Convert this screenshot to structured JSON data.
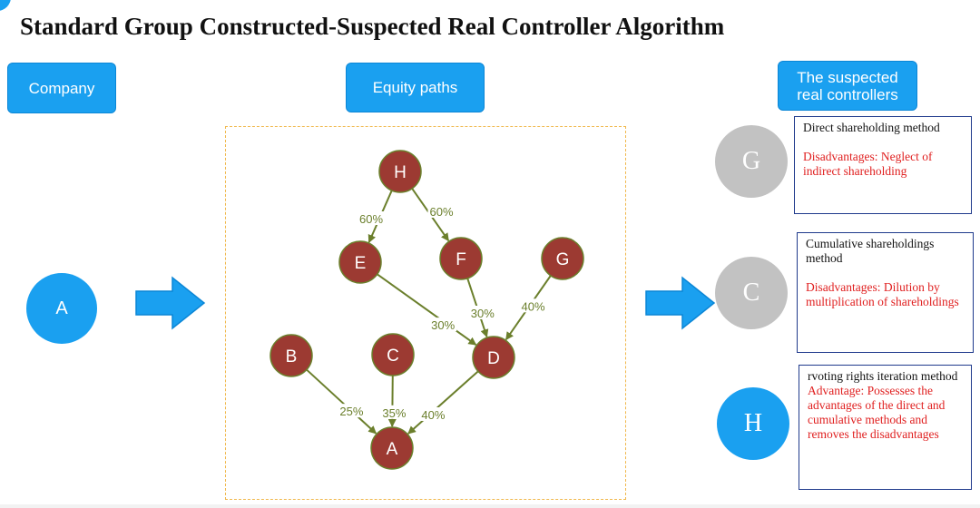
{
  "page": {
    "title": "Standard Group Constructed-Suspected Real Controller Algorithm"
  },
  "labels": {
    "company": "Company",
    "equity_paths": "Equity paths",
    "suspected_line1": "The suspected",
    "suspected_line2": "real controllers"
  },
  "company_node": "A",
  "graph": {
    "nodes": [
      {
        "id": "H",
        "label": "H"
      },
      {
        "id": "E",
        "label": "E"
      },
      {
        "id": "F",
        "label": "F"
      },
      {
        "id": "G",
        "label": "G"
      },
      {
        "id": "B",
        "label": "B"
      },
      {
        "id": "C",
        "label": "C"
      },
      {
        "id": "D",
        "label": "D"
      },
      {
        "id": "A",
        "label": "A"
      }
    ],
    "edges": [
      {
        "from": "H",
        "to": "E",
        "label": "60%"
      },
      {
        "from": "H",
        "to": "F",
        "label": "60%"
      },
      {
        "from": "E",
        "to": "D",
        "label": "30%"
      },
      {
        "from": "F",
        "to": "D",
        "label": "30%"
      },
      {
        "from": "G",
        "to": "D",
        "label": "40%"
      },
      {
        "from": "B",
        "to": "A",
        "label": "25%"
      },
      {
        "from": "C",
        "to": "A",
        "label": "35%"
      },
      {
        "from": "D",
        "to": "A",
        "label": "40%"
      }
    ]
  },
  "results": [
    {
      "node": "G",
      "method": "Direct shareholding method",
      "note": "Disadvantages: Neglect of indirect shareholding"
    },
    {
      "node": "C",
      "method": "Cumulative shareholdings method",
      "note": "Disadvantages: Dilution by multiplication of shareholdings"
    },
    {
      "node": "H",
      "method": "rvoting rights iteration method",
      "note": "Advantage: Possesses the advantages of the direct and cumulative methods and removes the disadvantages"
    }
  ],
  "colors": {
    "accent_blue": "#1aa0f0",
    "node_fill": "#9c3a32",
    "edge_color": "#6b7f2c",
    "grey_node": "#c2c2c2",
    "warning_red": "#e02020",
    "frame_dash": "#f0b84c"
  }
}
